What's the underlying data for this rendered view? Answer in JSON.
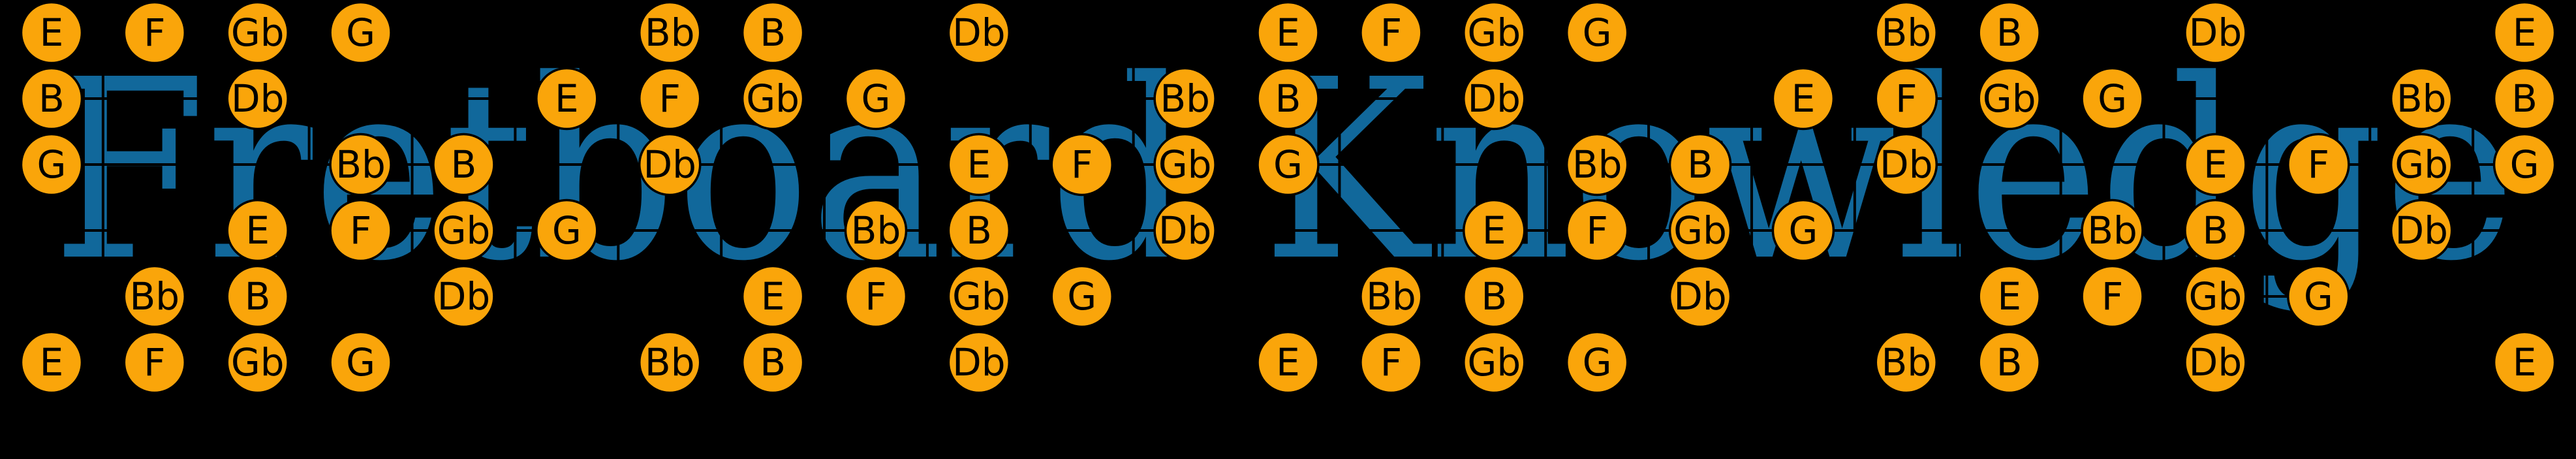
{
  "title": {
    "text": "Fretboard Knowledge"
  },
  "colors": {
    "background": "#000000",
    "title_text": "#11689B",
    "note_fill": "#FAA50A",
    "note_stroke": "#000000",
    "note_label": "#000000",
    "grid_line": "#000000"
  },
  "board": {
    "fret_start": 0,
    "fret_end": 24,
    "note_set": [
      "E",
      "F",
      "Gb",
      "G",
      "Bb",
      "B",
      "Db"
    ],
    "strings": [
      {
        "row": 1,
        "notes": {
          "0": "E",
          "1": "F",
          "2": "Gb",
          "3": "G",
          "6": "Bb",
          "7": "B",
          "9": "Db",
          "12": "E",
          "13": "F",
          "14": "Gb",
          "15": "G",
          "18": "Bb",
          "19": "B",
          "21": "Db",
          "24": "E"
        }
      },
      {
        "row": 2,
        "notes": {
          "0": "B",
          "2": "Db",
          "5": "E",
          "6": "F",
          "7": "Gb",
          "8": "G",
          "11": "Bb",
          "12": "B",
          "14": "Db",
          "17": "E",
          "18": "F",
          "19": "Gb",
          "20": "G",
          "23": "Bb",
          "24": "B"
        }
      },
      {
        "row": 3,
        "notes": {
          "0": "G",
          "3": "Bb",
          "4": "B",
          "6": "Db",
          "9": "E",
          "10": "F",
          "11": "Gb",
          "12": "G",
          "15": "Bb",
          "16": "B",
          "18": "Db",
          "21": "E",
          "22": "F",
          "23": "Gb",
          "24": "G"
        }
      },
      {
        "row": 4,
        "notes": {
          "2": "E",
          "3": "F",
          "4": "Gb",
          "5": "G",
          "8": "Bb",
          "9": "B",
          "11": "Db",
          "14": "E",
          "15": "F",
          "16": "Gb",
          "17": "G",
          "20": "Bb",
          "21": "B",
          "23": "Db"
        }
      },
      {
        "row": 5,
        "notes": {
          "1": "Bb",
          "2": "B",
          "4": "Db",
          "7": "E",
          "8": "F",
          "9": "Gb",
          "10": "G",
          "13": "Bb",
          "14": "B",
          "16": "Db",
          "19": "E",
          "20": "F",
          "21": "Gb",
          "22": "G"
        }
      },
      {
        "row": 6,
        "notes": {
          "0": "E",
          "1": "F",
          "2": "Gb",
          "3": "G",
          "6": "Bb",
          "7": "B",
          "9": "Db",
          "12": "E",
          "13": "F",
          "14": "Gb",
          "15": "G",
          "18": "Bb",
          "19": "B",
          "21": "Db",
          "24": "E"
        }
      }
    ]
  }
}
